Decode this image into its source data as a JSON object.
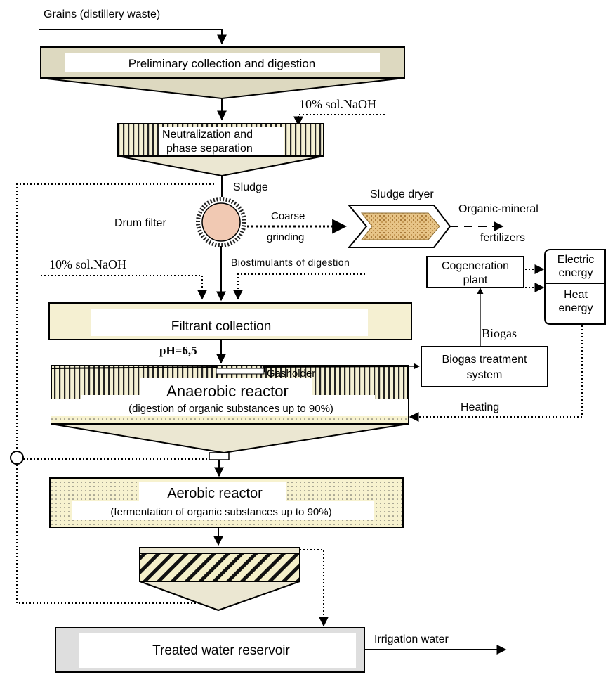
{
  "labels": {
    "grains": "Grains (distillery waste)",
    "preliminary": "Preliminary collection and digestion",
    "naoh_top": "10% sol.NaOH",
    "neutralization_1": "Neutralization and",
    "neutralization_2": "phase separation",
    "sludge": "Sludge",
    "sludge_dryer": "Sludge dryer",
    "drum_filter": "Drum filter",
    "coarse": "Coarse",
    "grinding": "grinding",
    "organic_mineral": "Organic-mineral",
    "fertilizers": "fertilizers",
    "cogeneration_1": "Cogeneration",
    "cogeneration_2": "plant",
    "electric_1": "Electric",
    "electric_2": "energy",
    "heat_1": "Heat",
    "heat_2": "energy",
    "naoh_left": "10% sol.NaOH",
    "biostimulants": "Biostimulants of digestion",
    "filtrant": "Filtrant collection",
    "biogas": "Biogas",
    "ph": "pH=6,5",
    "biogas_treatment_1": "Biogas treatment",
    "biogas_treatment_2": "system",
    "gasholder": "Gasholder",
    "anaerobic": "Anaerobic reactor",
    "anaerobic_sub": "(digestion of organic substances up to 90%)",
    "heating": "Heating",
    "aerobic": "Aerobic reactor",
    "aerobic_sub": "(fermentation of organic substances up to 90%)",
    "treated": "Treated water reservoir",
    "irrigation": "Irrigation water"
  }
}
